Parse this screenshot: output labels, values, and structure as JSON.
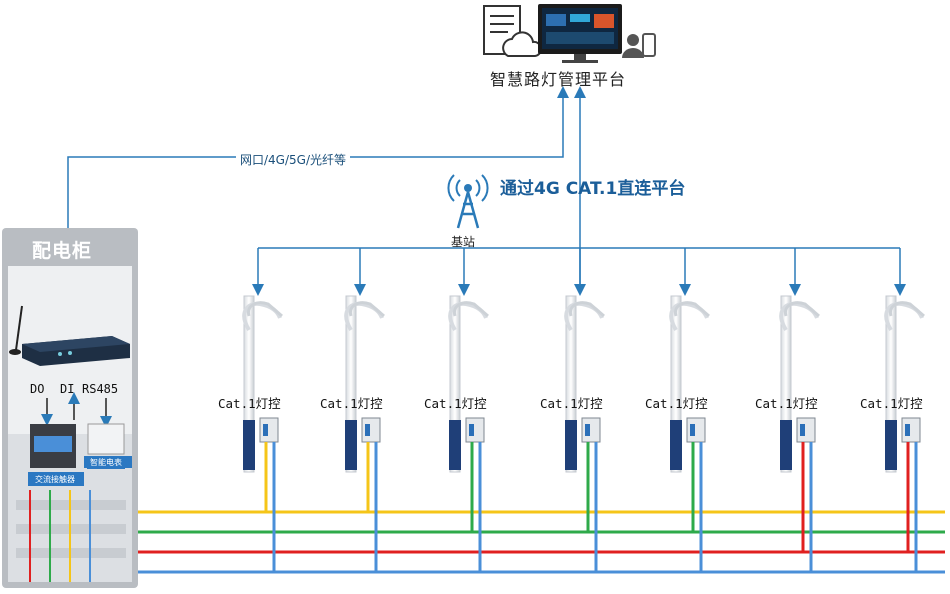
{
  "platform": {
    "title": "智慧路灯管理平台",
    "icons": [
      "server-icon",
      "cloud-icon",
      "monitor-icon",
      "user-icon",
      "phone-icon"
    ]
  },
  "connection": {
    "wired_label": "网口/4G/5G/光纤等",
    "cellular_label": "通过4G CAT.1直连平台"
  },
  "base_station": {
    "label": "基站",
    "icon": "antenna-tower-icon"
  },
  "cabinet": {
    "title": "配电柜",
    "ports": [
      "DO",
      "DI",
      "RS485"
    ],
    "contactor_label": "交流接触器",
    "meter_label": "智能电表"
  },
  "lamps": [
    {
      "label": "Cat.1灯控",
      "phase_color": "#f5c518"
    },
    {
      "label": "Cat.1灯控",
      "phase_color": "#f5c518"
    },
    {
      "label": "Cat.1灯控",
      "phase_color": "#2eaa4a"
    },
    {
      "label": "Cat.1灯控",
      "phase_color": "#2eaa4a"
    },
    {
      "label": "Cat.1灯控",
      "phase_color": "#2eaa4a"
    },
    {
      "label": "Cat.1灯控",
      "phase_color": "#e02020"
    },
    {
      "label": "Cat.1灯控",
      "phase_color": "#e02020"
    }
  ],
  "colors": {
    "line_blue": "#2a7ab8",
    "bus_yellow": "#f5c518",
    "bus_green": "#2eaa4a",
    "bus_red": "#e02020",
    "bus_blue": "#4a8fd8",
    "cabinet_gray": "#b9bdc2"
  }
}
